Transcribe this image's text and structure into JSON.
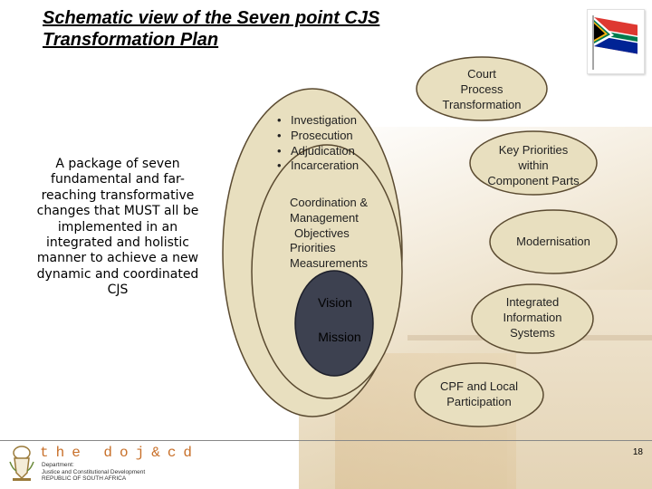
{
  "title": [
    "Schematic view of the Seven point CJS",
    "Transformation Plan"
  ],
  "left_text": "A package of seven fundamental and far-reaching transformative changes that MUST all be implemented in an integrated and holistic manner to achieve a new dynamic and coordinated CJS",
  "bullets": [
    "Investigation",
    "Prosecution",
    "Adjudication",
    "Incarceration"
  ],
  "coordination": [
    "Coordination &",
    "Management",
    "Objectives",
    "Priorities",
    "Measurements"
  ],
  "center": {
    "vision": "Vision",
    "mission": "Mission"
  },
  "points": [
    {
      "label": [
        "Court",
        "Process",
        "Transformation"
      ]
    },
    {
      "label": [
        "Key Priorities",
        "within",
        "Component Parts"
      ]
    },
    {
      "label": [
        "Modernisation"
      ]
    },
    {
      "label": [
        "Integrated",
        "Information",
        "Systems"
      ]
    },
    {
      "label": [
        "CPF and Local",
        "Participation"
      ]
    }
  ],
  "footer": {
    "brand": "the doj&cd",
    "dept": [
      "Department:",
      "Justice and Constitutional Development",
      "REPUBLIC OF SOUTH AFRICA"
    ],
    "page_number": "18"
  },
  "colors": {
    "ellipse_fill": "#e8dfbf",
    "ellipse_stroke": "#5a4a30",
    "center_fill": "#3d4150",
    "center_stroke": "#1d1f2a",
    "brand": "#c8702a"
  }
}
